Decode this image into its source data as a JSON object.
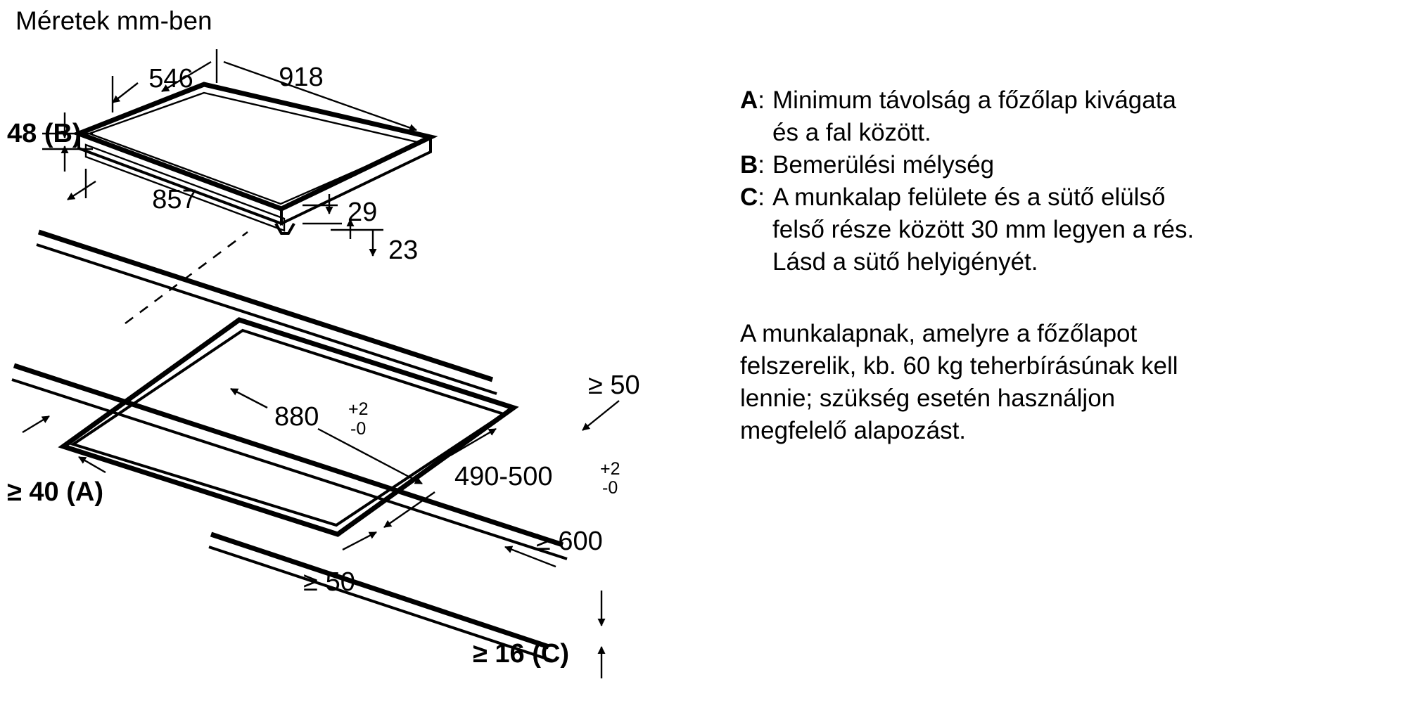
{
  "page": {
    "title": "Méretek mm-ben",
    "units": "mm",
    "line_color": "#000000",
    "background_color": "#ffffff"
  },
  "hob_dimensions": {
    "width_top": "918",
    "depth_top": "546",
    "front_height": "48 (B)",
    "cutout_ref_width": "857",
    "edge_29": "29",
    "edge_23": "23"
  },
  "cutout_dimensions": {
    "width_value": "880",
    "width_tol_plus": "+2",
    "width_tol_minus": "-0",
    "depth_value": "490-500",
    "depth_tol_plus": "+2",
    "depth_tol_minus": "-0"
  },
  "clearances": {
    "rear_min": "≥ 50",
    "side_min_a": "≥ 40 (A)",
    "front_min": "≥ 50",
    "worktop_depth_min": "≥ 600",
    "worktop_thickness_min": "≥ 16 (C)"
  },
  "legend": {
    "items": [
      {
        "key": "A",
        "colon": ":",
        "lines": [
          "Minimum távolság a főzőlap kivágata",
          "és a fal között."
        ]
      },
      {
        "key": "B",
        "colon": ":",
        "lines": [
          "Bemerülési mélység"
        ]
      },
      {
        "key": "C",
        "colon": ":",
        "lines": [
          "A munkalap felülete és a sütő elülső",
          "felső része között 30 mm legyen a rés.",
          "Lásd a sütő helyigényét."
        ]
      }
    ]
  },
  "note": {
    "lines": [
      "A munkalapnak, amelyre a főzőlapot",
      "felszerelik, kb. 60 kg teherbírásúnak kell",
      "lennie; szükség esetén használjon",
      "megfelelő alapozást."
    ]
  }
}
